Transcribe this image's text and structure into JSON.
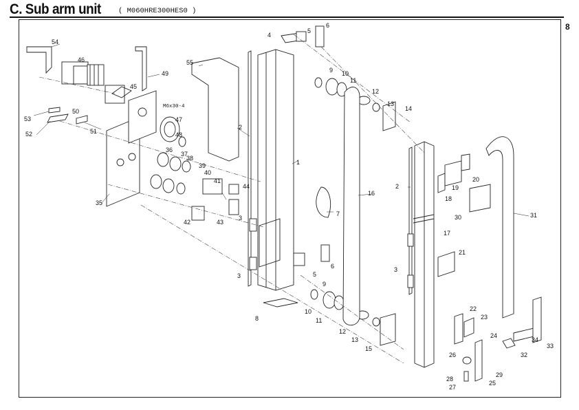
{
  "header": {
    "title": "C. Sub arm unit",
    "subtitle": "( M060HRE300HES0 )",
    "page_number": "8"
  },
  "diagram": {
    "note": "M6x30-4",
    "part_labels": {
      "p1": "1",
      "p2a": "2",
      "p2b": "2",
      "p3a": "3",
      "p3b": "3",
      "p3c": "3",
      "p4": "4",
      "p5a": "5",
      "p5b": "5",
      "p6a": "6",
      "p6b": "6",
      "p7": "7",
      "p8": "8",
      "p9a": "9",
      "p9b": "9",
      "p10a": "10",
      "p10b": "10",
      "p11a": "11",
      "p11b": "11",
      "p12a": "12",
      "p12b": "12",
      "p13a": "13",
      "p13b": "13",
      "p14": "14",
      "p15": "15",
      "p16": "16",
      "p17": "17",
      "p18": "18",
      "p19": "19",
      "p20": "20",
      "p21": "21",
      "p22": "22",
      "p23": "23",
      "p24": "24",
      "p25": "25",
      "p26": "26",
      "p27": "27",
      "p28": "28",
      "p29": "29",
      "p30": "30",
      "p31": "31",
      "p32": "32",
      "p33": "33",
      "p34": "34",
      "p35": "35",
      "p36": "36",
      "p37": "37",
      "p38": "38",
      "p39": "39",
      "p40": "40",
      "p41": "41",
      "p42": "42",
      "p43": "43",
      "p44": "44",
      "p45": "45",
      "p46": "46",
      "p47": "47",
      "p48": "48",
      "p49": "49",
      "p50": "50",
      "p51": "51",
      "p52": "52",
      "p53": "53",
      "p54": "54",
      "p55": "55"
    }
  }
}
